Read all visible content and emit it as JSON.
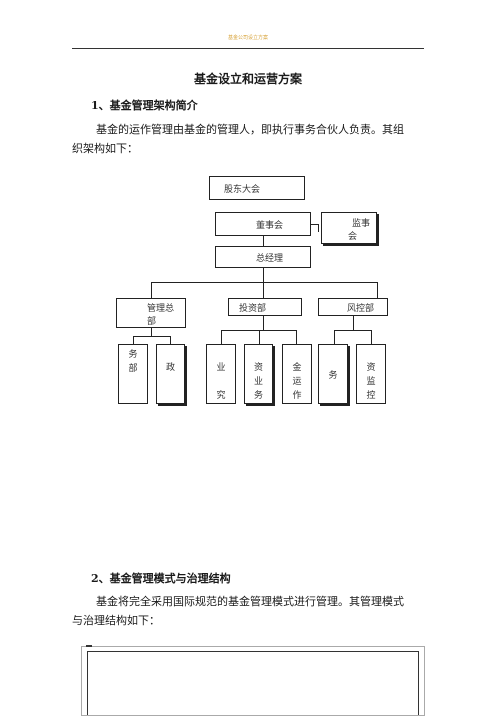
{
  "header": {
    "text": "基金公司设立方案"
  },
  "title": "基金设立和运营方案",
  "section1": {
    "heading": "1、基金管理架构简介",
    "para_line1": "基金的运作管理由基金的管理人，即执行事务合伙人负责。其组",
    "para_line2": "织架构如下："
  },
  "org": {
    "shareholders": "股东大会",
    "board": "董事会",
    "supervisors_l1": "监事",
    "supervisors_l2": "会",
    "gm": "总经理",
    "dept_admin_l1": "管理总",
    "dept_admin_l2": "部",
    "dept_invest": "投资部",
    "dept_risk": "风控部",
    "sub": [
      {
        "lines": [
          "务",
          "部"
        ]
      },
      {
        "lines": [
          "政"
        ]
      },
      {
        "lines": [
          "业",
          "",
          "究"
        ]
      },
      {
        "lines": [
          "资",
          "业",
          "务"
        ]
      },
      {
        "lines": [
          "金",
          "运",
          "作"
        ]
      },
      {
        "lines": [
          "务"
        ]
      },
      {
        "lines": [
          "资",
          "监",
          "控"
        ]
      }
    ]
  },
  "section2": {
    "heading": "2、基金管理模式与治理结构",
    "para_line1": "基金将完全采用国际规范的基金管理模式进行管理。其管理模式",
    "para_line2": "与治理结构如下："
  }
}
